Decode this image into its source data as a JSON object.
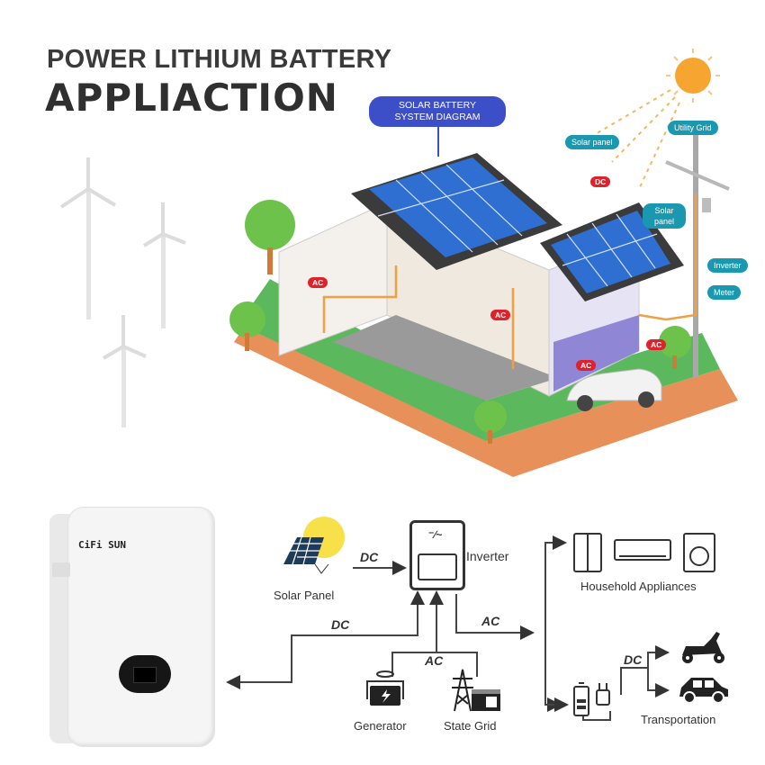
{
  "header": {
    "line1": "POWER LITHIUM BATTERY",
    "line2": "APPLIACTION"
  },
  "house_diagram": {
    "badge": "SOLAR BATTERY SYSTEM DIAGRAM",
    "badge_lines": [
      "SOLAR BATTERY",
      "SYSTEM DIAGRAM"
    ],
    "callouts": {
      "solar_panel_1": "Solar panel",
      "solar_panel_2": "Solar panel",
      "utility_grid": "Utility Grid",
      "inverter": "Inverter",
      "meter": "Meter",
      "dc": "DC",
      "ac_tags": [
        "AC",
        "AC",
        "AC",
        "AC"
      ]
    },
    "colors": {
      "badge": "#3d4ec9",
      "callout": "#1a98b0",
      "tag": "#e0202a",
      "wire": "#f0a040",
      "grass": "#5cb85c",
      "soil": "#e8905a",
      "sun": "#f7a531"
    }
  },
  "battery": {
    "brand": "CiFi SUN"
  },
  "flow_diagram": {
    "nodes": {
      "solar_panel": "Solar Panel",
      "inverter": "Inverter",
      "inverter_symbol": "⁻∕~",
      "household": "Household Appliances",
      "generator": "Generator",
      "state_grid": "State Grid",
      "transportation": "Transportation"
    },
    "edges": {
      "solar_to_inverter": "DC",
      "battery_inverter": "DC",
      "inverter_out": "AC",
      "sources_in": "AC",
      "charger_out": "DC"
    }
  }
}
